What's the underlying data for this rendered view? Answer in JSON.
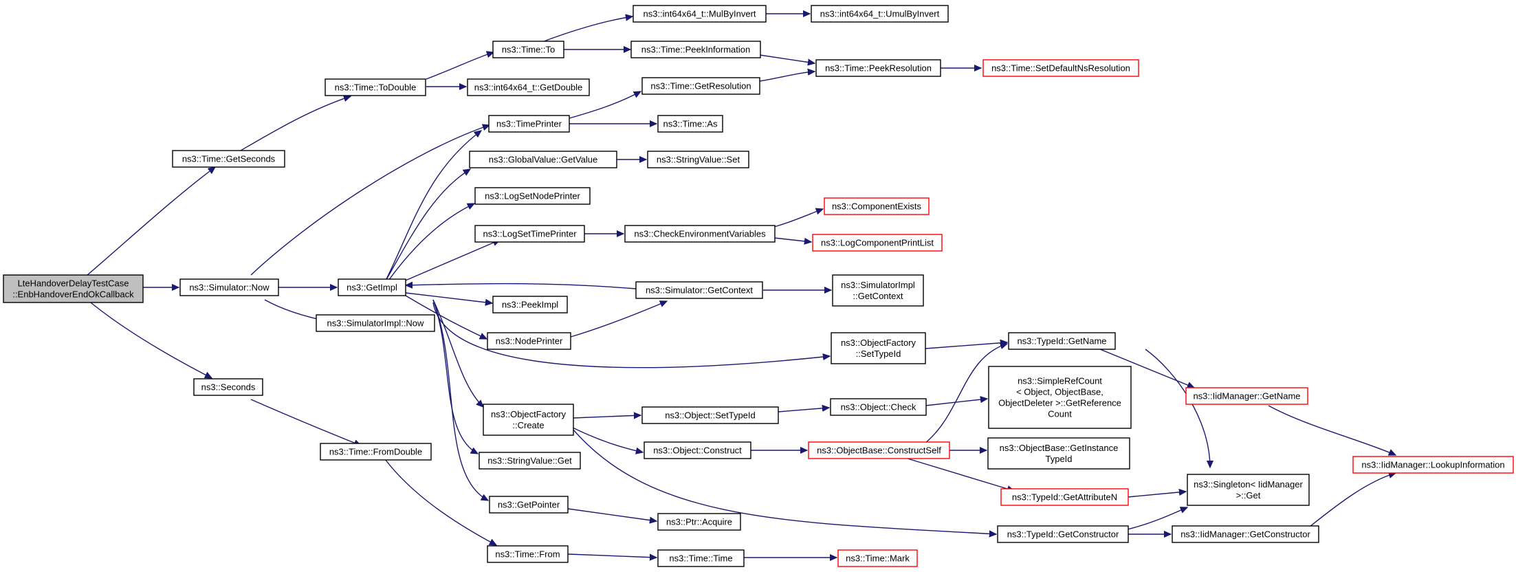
{
  "colors": {
    "edge": "#191970",
    "node_border": "#000000",
    "truncated_border": "#ff0000",
    "root_fill": "#bfbfbf"
  },
  "nodes": {
    "root": [
      "LteHandoverDelayTestCase",
      "::EnbHandoverEndOkCallback"
    ],
    "getseconds": [
      "ns3::Time::GetSeconds"
    ],
    "todouble": [
      "ns3::Time::ToDouble"
    ],
    "to": [
      "ns3::Time::To"
    ],
    "mulbyinvert": [
      "ns3::int64x64_t::MulByInvert"
    ],
    "umulbyinvert": [
      "ns3::int64x64_t::UmulByInvert"
    ],
    "peekinformation": [
      "ns3::Time::PeekInformation"
    ],
    "peekresolution": [
      "ns3::Time::PeekResolution"
    ],
    "setdefaultns": [
      "ns3::Time::SetDefaultNsResolution"
    ],
    "getdouble": [
      "ns3::int64x64_t::GetDouble"
    ],
    "getresolution": [
      "ns3::Time::GetResolution"
    ],
    "timeprinter": [
      "ns3::TimePrinter"
    ],
    "timeas": [
      "ns3::Time::As"
    ],
    "gvgetvalue": [
      "ns3::GlobalValue::GetValue"
    ],
    "svset": [
      "ns3::StringValue::Set"
    ],
    "logsetnode": [
      "ns3::LogSetNodePrinter"
    ],
    "logsettime": [
      "ns3::LogSetTimePrinter"
    ],
    "checkenv": [
      "ns3::CheckEnvironmentVariables"
    ],
    "compexists": [
      "ns3::ComponentExists"
    ],
    "logcomplist": [
      "ns3::LogComponentPrintList"
    ],
    "simnow": [
      "ns3::Simulator::Now"
    ],
    "getimpl": [
      "ns3::GetImpl"
    ],
    "simgetcontext": [
      "ns3::Simulator::GetContext"
    ],
    "simimplgetcontext": [
      "ns3::SimulatorImpl",
      "::GetContext"
    ],
    "simimplnow": [
      "ns3::SimulatorImpl::Now"
    ],
    "peekimpl": [
      "ns3::PeekImpl"
    ],
    "nodeprinter": [
      "ns3::NodePrinter"
    ],
    "ofsettypeid": [
      "ns3::ObjectFactory",
      "::SetTypeId"
    ],
    "tidgetname": [
      "ns3::TypeId::GetName"
    ],
    "iidgetname": [
      "ns3::IidManager::GetName"
    ],
    "iidlookup": [
      "ns3::IidManager::LookupInformation"
    ],
    "seconds": [
      "ns3::Seconds"
    ],
    "ofcreate": [
      "ns3::ObjectFactory",
      "::Create"
    ],
    "objsettypeid": [
      "ns3::Object::SetTypeId"
    ],
    "objcheck": [
      "ns3::Object::Check"
    ],
    "srcgetref": [
      "ns3::SimpleRefCount",
      "< Object, ObjectBase,",
      "ObjectDeleter >::GetReference",
      "Count"
    ],
    "objconstruct": [
      "ns3::Object::Construct"
    ],
    "obconstructself": [
      "ns3::ObjectBase::ConstructSelf"
    ],
    "obgetinstance": [
      "ns3::ObjectBase::GetInstance",
      "TypeId"
    ],
    "fromdouble": [
      "ns3::Time::FromDouble"
    ],
    "svget": [
      "ns3::StringValue::Get"
    ],
    "tidgetattr": [
      "ns3::TypeId::GetAttributeN"
    ],
    "singletonget": [
      "ns3::Singleton< IidManager",
      ">::Get"
    ],
    "getpointer": [
      "ns3::GetPointer"
    ],
    "ptracquire": [
      "ns3::Ptr::Acquire"
    ],
    "tidgetconstructor": [
      "ns3::TypeId::GetConstructor"
    ],
    "iidgetconstructor": [
      "ns3::IidManager::GetConstructor"
    ],
    "timefrom": [
      "ns3::Time::From"
    ],
    "timetime": [
      "ns3::Time::Time"
    ],
    "timemark": [
      "ns3::Time::Mark"
    ]
  }
}
